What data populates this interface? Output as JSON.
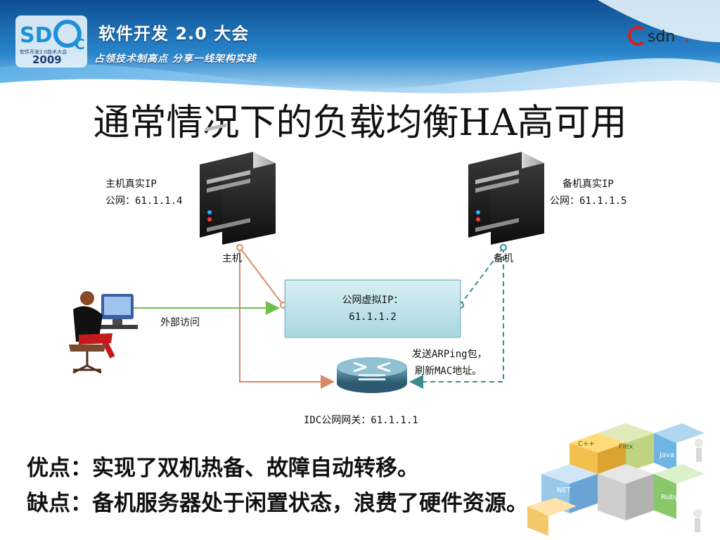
{
  "header": {
    "logo_text": "SD²C",
    "logo_subtext": "软件开发2.0技术大会",
    "year": "2009",
    "title": "软件开发 2.0 大会",
    "slogan": "占领技术制高点  分享一线架构实践",
    "sponsor_logo": "csdn"
  },
  "slide": {
    "title": "通常情况下的负载均衡HA高可用"
  },
  "diagram": {
    "primary": {
      "label_line1": "主机真实IP",
      "label_line2": "公网：61.1.1.4",
      "caption": "主机"
    },
    "backup": {
      "label_line1": "备机真实IP",
      "label_line2": "公网：61.1.1.5",
      "caption": "备机"
    },
    "virtual_ip": {
      "line1": "公网虚拟IP：",
      "line2": "61.1.1.2"
    },
    "external_access": "外部访问",
    "arp_line1": "发送ARPing包，",
    "arp_line2": "刷新MAC地址。",
    "gateway": "IDC公网网关：61.1.1.1"
  },
  "notes": {
    "pros": "优点：实现了双机热备、故障自动转移。",
    "cons": "缺点：备机服务器处于闲置状态，浪费了硬件资源。"
  },
  "decor_labels": [
    "C++",
    "Flex",
    "NET",
    "Java",
    "Ruby"
  ],
  "colors": {
    "header_blue": "#1f6fb4",
    "access_line": "#6fbf4f",
    "primary_line": "#d98b66",
    "backup_line": "#3d8b8e",
    "vbox_fill": "#bfe3ea"
  }
}
